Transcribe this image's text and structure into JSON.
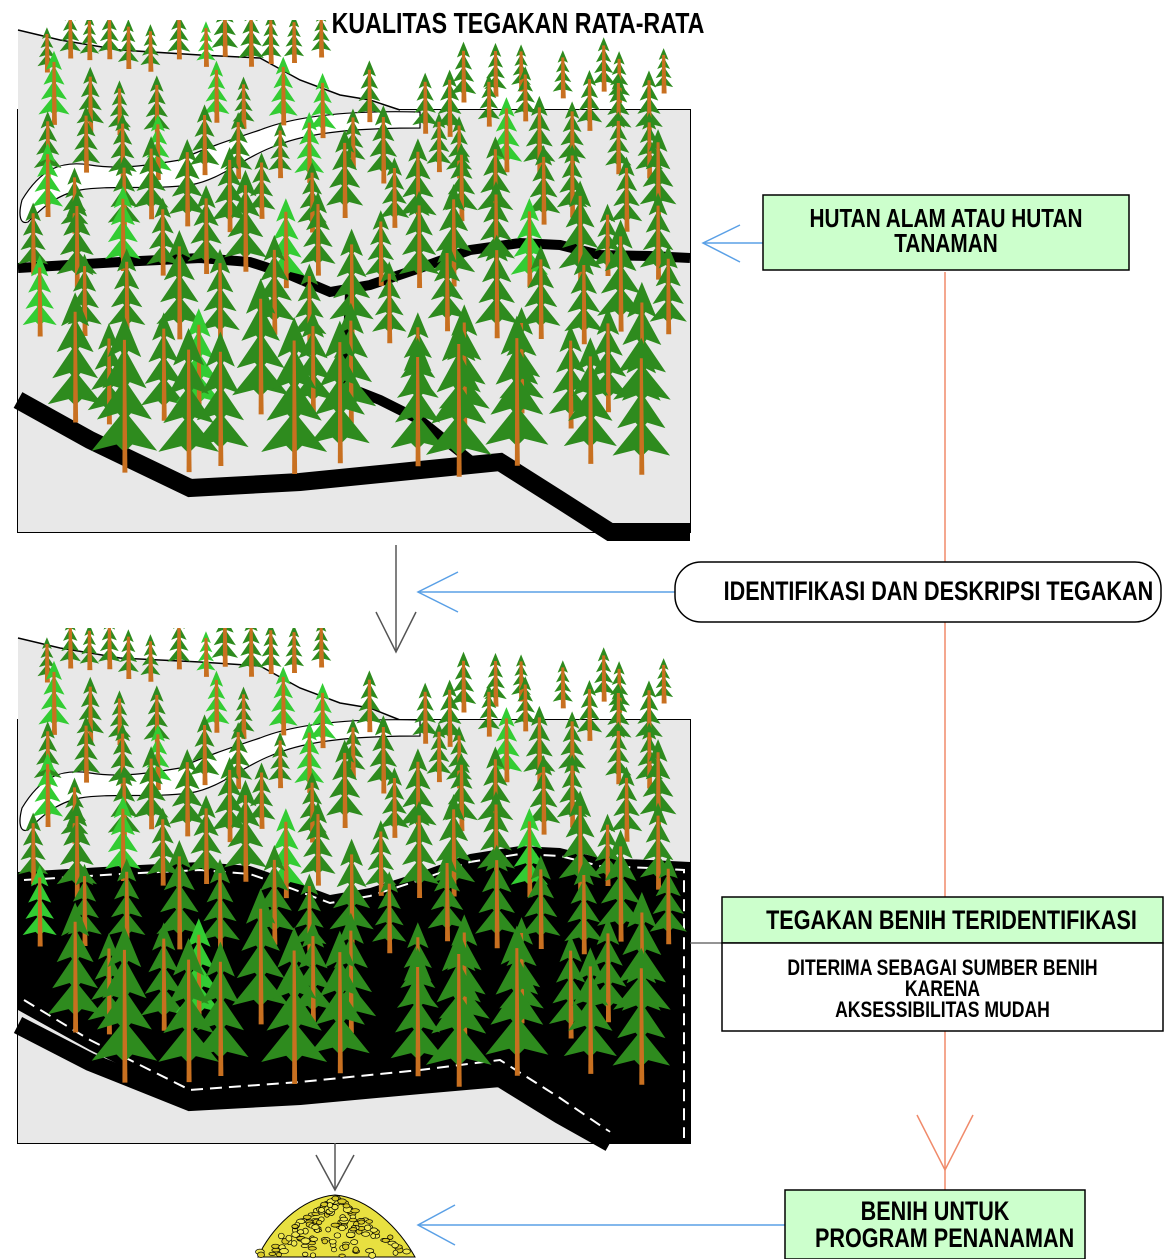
{
  "title": "KUALITAS TEGAKAN RATA-RATA",
  "labels": {
    "forest_type": "HUTAN ALAM ATAU HUTAN",
    "forest_type_line2": "TANAMAN",
    "identification": "IDENTIFIKASI DAN DESKRIPSI TEGAKAN",
    "seed_stand": "TEGAKAN BENIH TERIDENTIFIKASI",
    "accepted_line1": "DITERIMA SEBAGAI SUMBER BENIH",
    "accepted_line2": "KARENA",
    "accepted_line3": "AKSESSIBILITAS MUDAH",
    "seed_line1": "BENIH UNTUK",
    "seed_line2": "PROGRAM PENANAMAN"
  },
  "colors": {
    "label_fill_green": "#ccffcc",
    "arrow_blue": "#5aa0e6",
    "arrow_salmon": "#f08a6a",
    "tree_dark": "#2e8b1e",
    "tree_light": "#33cc33",
    "trunk": "#c87020",
    "ground": "#e8e8e8",
    "road": "#000000",
    "seed_yellow": "#e8e040"
  },
  "icons": [
    "forest-icon",
    "seed-pile-icon",
    "arrow-icon"
  ]
}
